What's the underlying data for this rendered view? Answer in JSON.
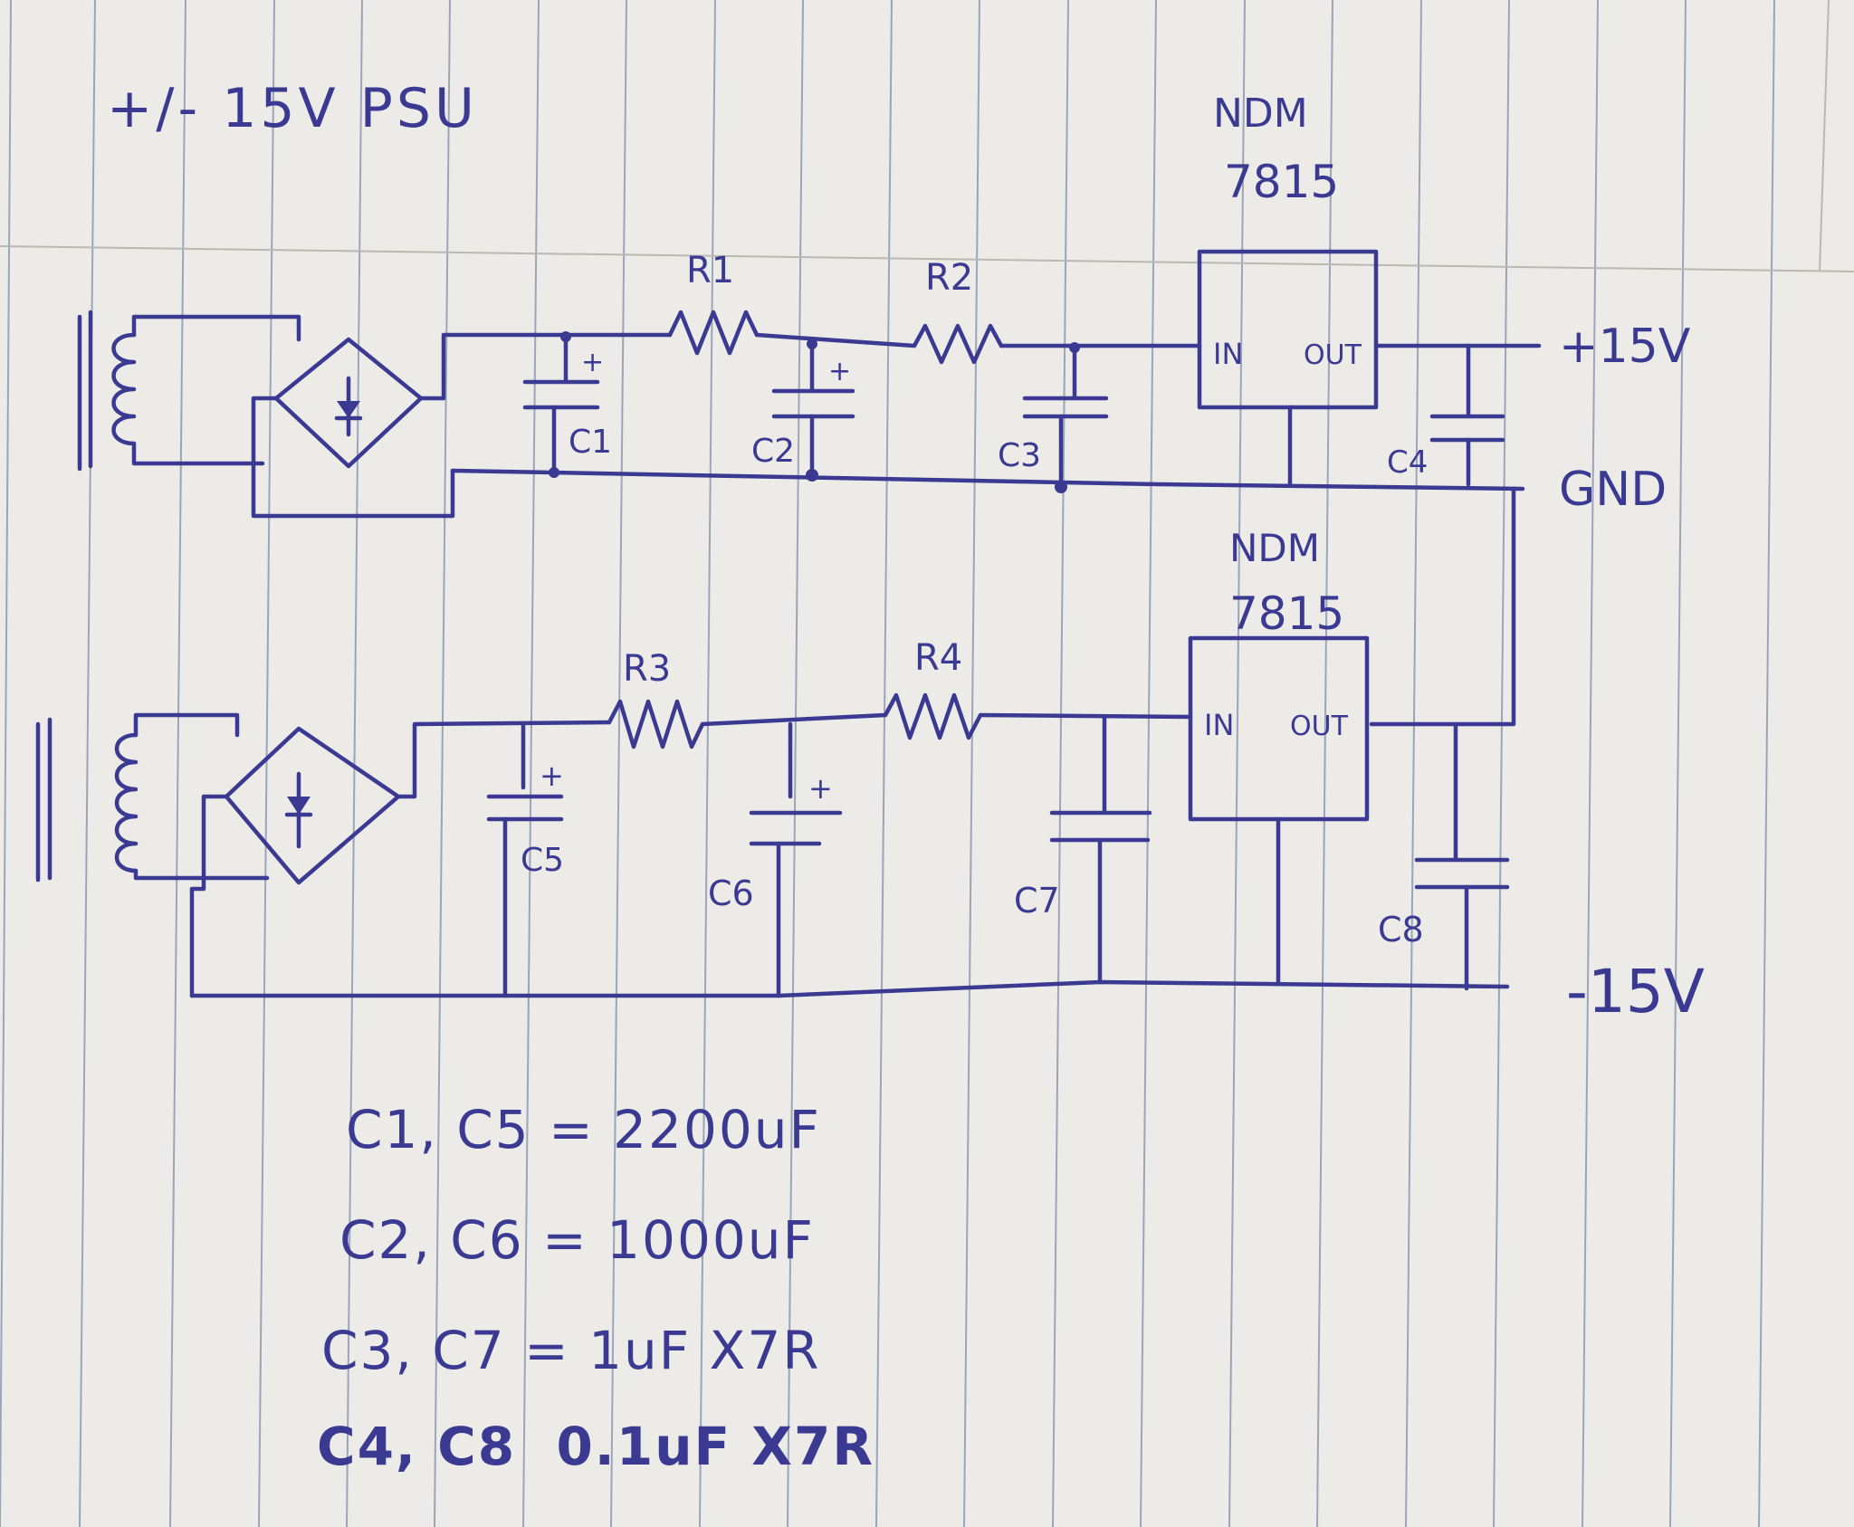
{
  "title": "+/- 15V PSU",
  "regulators": {
    "top": {
      "part_line1": "NDM",
      "part_line2": "7815",
      "in_label": "IN",
      "out_label": "OUT"
    },
    "bottom": {
      "part_line1": "NDM",
      "part_line2": "7815",
      "in_label": "IN",
      "out_label": "OUT"
    }
  },
  "resistors": {
    "r1": "R1",
    "r2": "R2",
    "r3": "R3",
    "r4": "R4"
  },
  "capacitors": {
    "c1": "C1",
    "c2": "C2",
    "c3": "C3",
    "c4": "C4",
    "c5": "C5",
    "c6": "C6",
    "c7": "C7",
    "c8": "C8"
  },
  "polarity_mark": "+",
  "rails": {
    "positive": "+15V",
    "ground": "GND",
    "negative": "-15V"
  },
  "notes": [
    "C1, C5 = 2200uF",
    "C2, C6 = 1000uF",
    "C3, C7 = 1uF X7R",
    "C4, C8  0.1uF X7R"
  ],
  "colors": {
    "ink": "#3b3a93",
    "paper": "#ecebe7",
    "rule": "#9aa5bb"
  },
  "icons": [
    "transformer-icon",
    "bridge-rectifier-icon",
    "resistor-icon",
    "capacitor-icon",
    "regulator-icon"
  ]
}
